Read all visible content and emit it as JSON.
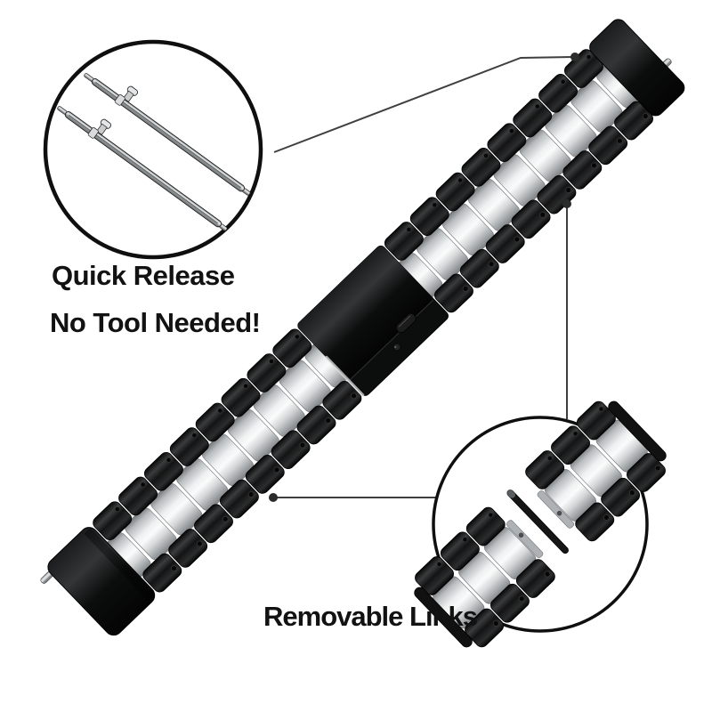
{
  "image": {
    "background": "#ffffff",
    "kind": "annotated-product-photo",
    "subject": "two-tone-black-silver-stainless-steel-watch-band"
  },
  "captions": {
    "quick_release_line1": "Quick Release",
    "quick_release_line2": "No Tool Needed!",
    "removable_links": "Removable Links"
  },
  "callouts": {
    "quick_release": {
      "shape": "circle",
      "content": "quick-release-spring-bar-pins"
    },
    "removable_links": {
      "shape": "circle",
      "content": "separated-band-links-with-removal-pin"
    }
  },
  "colors": {
    "text": "#121212",
    "connector_line": "#3f3f3f",
    "connector_dot": "#2b2b2b",
    "circle_stroke": "#0f0f0f",
    "link_black": "#141415",
    "link_silver_highlight": "#fafbfb",
    "link_silver_shadow": "#73777a",
    "clasp_black": "#0c0d0d"
  }
}
